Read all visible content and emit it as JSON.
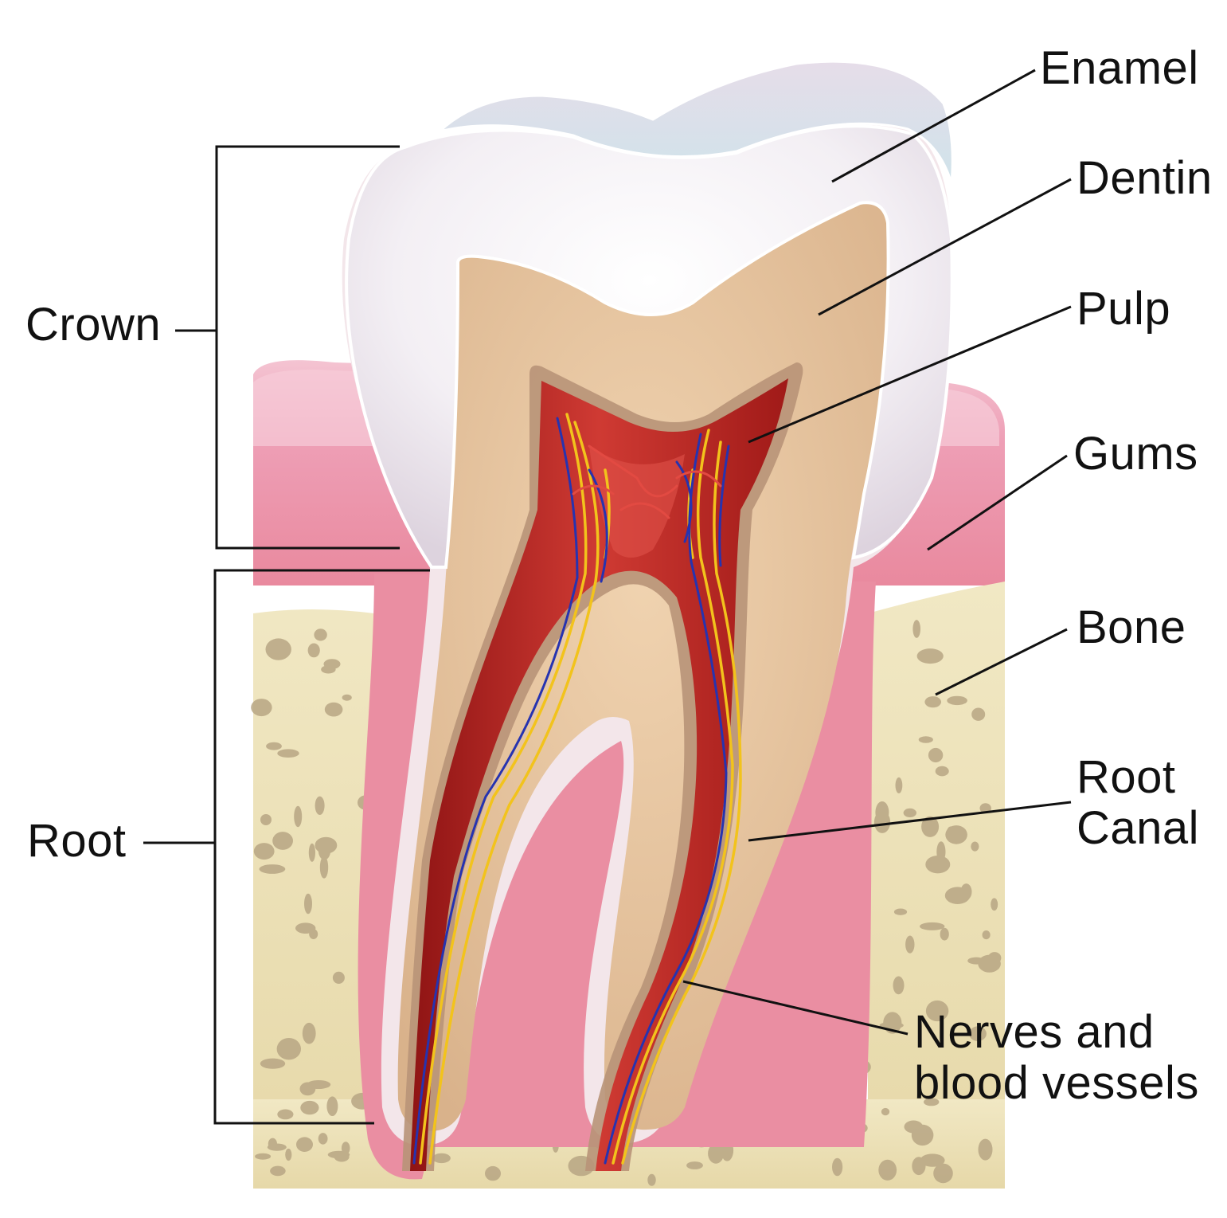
{
  "labels": {
    "enamel": "Enamel",
    "dentin": "Dentin",
    "pulp": "Pulp",
    "gums": "Gums",
    "bone": "Bone",
    "root_canal": [
      "Root",
      "Canal"
    ],
    "nerves_vessels": [
      "Nerves and",
      "blood vessels"
    ],
    "crown": "Crown",
    "root": "Root"
  },
  "colors": {
    "enamel": "#f1eef2",
    "dentin": "#e2bf98",
    "pulp": "#b8231f",
    "gums": "#ee9fb6",
    "bone": "#eadfb2",
    "bone_pores": "#b8a684",
    "nerve": "#f2c31c",
    "vessel": "#2633b0",
    "leader_line": "#111111"
  }
}
